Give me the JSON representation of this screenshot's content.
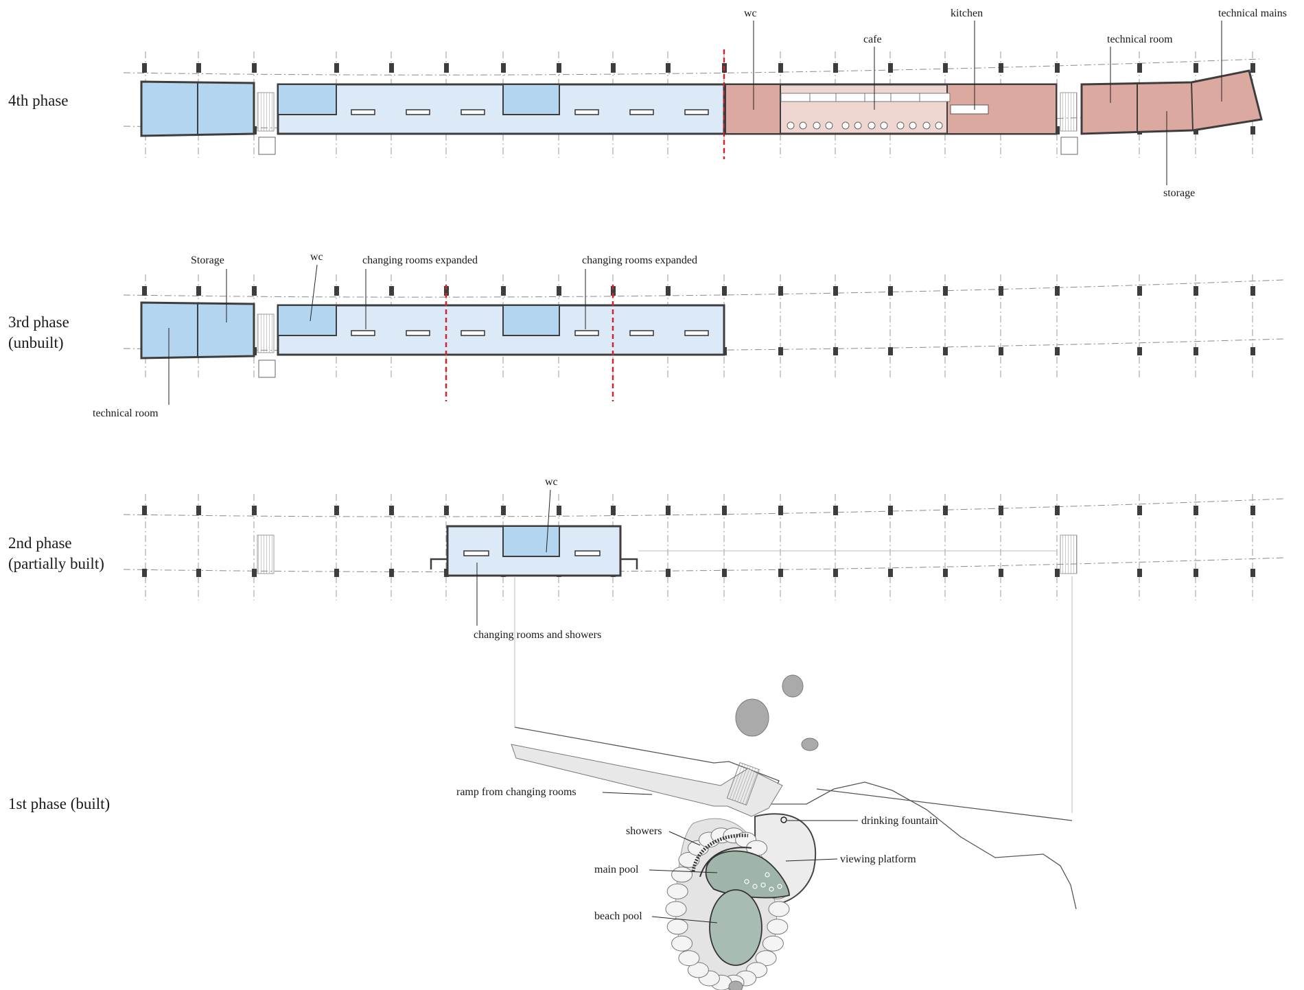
{
  "phases": [
    {
      "id": "phase4",
      "title": "4th phase"
    },
    {
      "id": "phase3",
      "title": "3rd phase\n(unbuilt)"
    },
    {
      "id": "phase2",
      "title": "2nd phase\n(partially built)"
    },
    {
      "id": "phase1",
      "title": "1st phase (built)"
    }
  ],
  "labels": {
    "p4_wc": "wc",
    "p4_cafe": "cafe",
    "p4_kitchen": "kitchen",
    "p4_technical_room": "technical room",
    "p4_technical_mains": "technical mains",
    "p4_storage": "storage",
    "p3_storage": "Storage",
    "p3_wc": "wc",
    "p3_changing_a": "changing rooms expanded",
    "p3_changing_b": "changing rooms expanded",
    "p3_technical_room": "technical room",
    "p2_wc": "wc",
    "p2_changing": "changing rooms and showers",
    "p1_ramp": "ramp from changing rooms",
    "p1_showers": "showers",
    "p1_main_pool": "main pool",
    "p1_beach_pool": "beach pool",
    "p1_drinking_fountain": "drinking fountain",
    "p1_viewing_platform": "viewing platform"
  },
  "colors": {
    "blue_dark": "#b3d5ef",
    "blue_light": "#dce9f6",
    "pink_dark": "#dca9a0",
    "pink_light": "#efd5cf",
    "wall": "#3d3d3d",
    "cut_line": "#d0242b",
    "pool_green": "#9fb5a9",
    "rock_grey": "#c4c4c4",
    "rock_outline": "#e8e8e8"
  }
}
